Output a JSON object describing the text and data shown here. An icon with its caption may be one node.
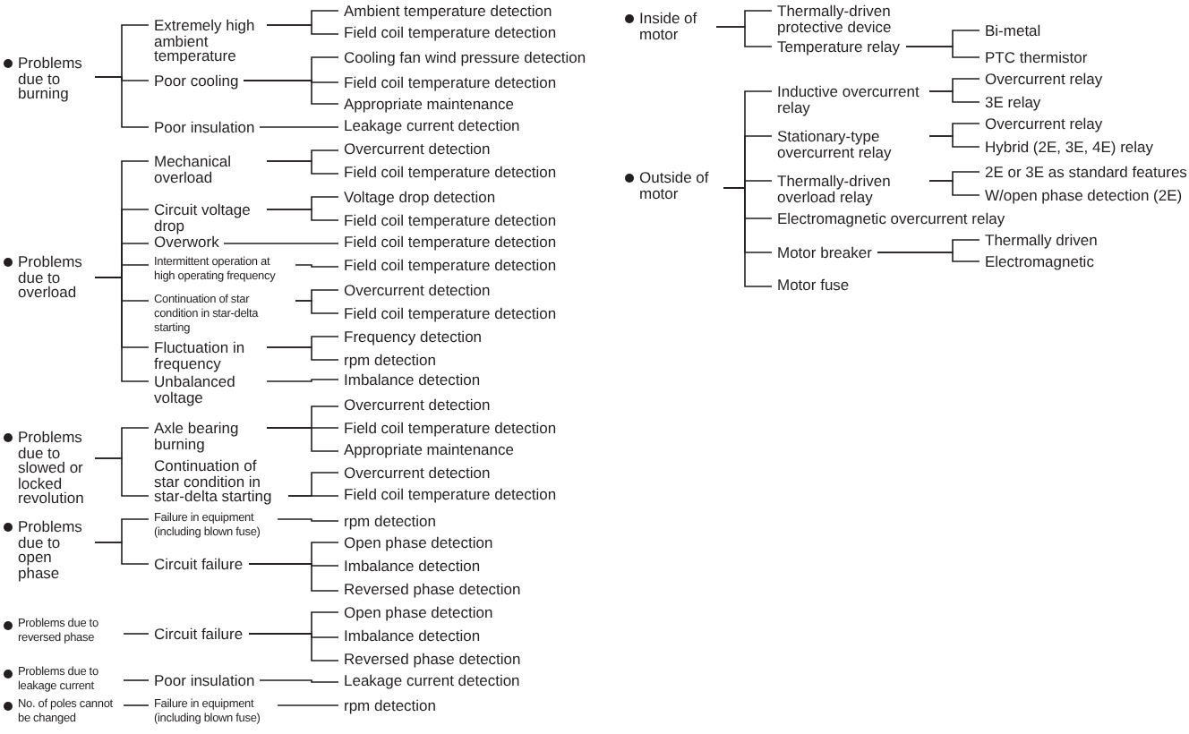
{
  "diagram": {
    "nodes": [
      {
        "text": [
          "Problems due to burning"
        ]
      },
      {
        "text": [
          "Extremely high ambient temperature"
        ]
      },
      {
        "text": [
          "Ambient temperature detection"
        ]
      },
      {
        "text": [
          "Field coil temperature detection"
        ]
      },
      {
        "text": [
          "Poor cooling"
        ]
      },
      {
        "text": [
          "Cooling fan wind pressure detection"
        ]
      },
      {
        "text": [
          "Field coil temperature detection"
        ]
      },
      {
        "text": [
          "Appropriate maintenance"
        ]
      },
      {
        "text": [
          "Poor insulation"
        ]
      },
      {
        "text": [
          "Leakage current detection"
        ]
      },
      {
        "text": [
          "Problems due to overload"
        ]
      },
      {
        "text": [
          "Mechanical overload"
        ]
      },
      {
        "text": [
          "Overcurrent detection"
        ]
      },
      {
        "text": [
          "Field coil temperature detection"
        ]
      },
      {
        "text": [
          "Circuit voltage drop"
        ]
      },
      {
        "text": [
          "Voltage drop detection"
        ]
      },
      {
        "text": [
          "Field coil temperature detection"
        ]
      },
      {
        "text": [
          "Overwork"
        ]
      },
      {
        "text": [
          "Field coil temperature detection"
        ]
      },
      {
        "text": [
          "Intermittent operation at high operating frequency"
        ]
      },
      {
        "text": [
          "Field coil temperature detection"
        ]
      },
      {
        "text": [
          "Continuation of star condition in star-delta starting"
        ]
      },
      {
        "text": [
          "Overcurrent detection"
        ]
      },
      {
        "text": [
          "Field coil temperature detection"
        ]
      },
      {
        "text": [
          "Fluctuation in frequency"
        ]
      },
      {
        "text": [
          "Frequency detection"
        ]
      },
      {
        "text": [
          "rpm detection"
        ]
      },
      {
        "text": [
          "Unbalanced voltage"
        ]
      },
      {
        "text": [
          "Imbalance detection"
        ]
      },
      {
        "text": [
          "Problems due to slowed or locked revolution"
        ]
      },
      {
        "text": [
          "Axle bearing burning"
        ]
      },
      {
        "text": [
          "Overcurrent detection"
        ]
      },
      {
        "text": [
          "Field coil temperature detection"
        ]
      },
      {
        "text": [
          "Appropriate maintenance"
        ]
      },
      {
        "text": [
          "Continuation of star condition in star-delta starting"
        ]
      },
      {
        "text": [
          "Overcurrent detection"
        ]
      },
      {
        "text": [
          "Field coil temperature detection"
        ]
      },
      {
        "text": [
          "Problems due to open phase"
        ]
      },
      {
        "text": [
          "Failure in equipment (including blown fuse)"
        ]
      },
      {
        "text": [
          "rpm detection"
        ]
      },
      {
        "text": [
          "Circuit failure"
        ]
      },
      {
        "text": [
          "Open phase detection"
        ]
      },
      {
        "text": [
          "Imbalance detection"
        ]
      },
      {
        "text": [
          "Reversed phase detection"
        ]
      },
      {
        "text": [
          "Problems due to reversed phase"
        ]
      },
      {
        "text": [
          "Circuit failure"
        ]
      },
      {
        "text": [
          "Open phase detection"
        ]
      },
      {
        "text": [
          "Imbalance detection"
        ]
      },
      {
        "text": [
          "Reversed phase detection"
        ]
      },
      {
        "text": [
          "Problems due to leakage current"
        ]
      },
      {
        "text": [
          "Poor insulation"
        ]
      },
      {
        "text": [
          "Leakage current detection"
        ]
      },
      {
        "text": [
          "No. of poles cannot be changed"
        ]
      },
      {
        "text": [
          "Failure in equipment (including blown fuse)"
        ]
      },
      {
        "text": [
          "rpm detection"
        ]
      },
      {
        "text": [
          "Inside of motor"
        ]
      },
      {
        "text": [
          "Thermally-driven protective device"
        ]
      },
      {
        "text": [
          "Temperature relay"
        ]
      },
      {
        "text": [
          "Bi-metal"
        ]
      },
      {
        "text": [
          "PTC thermistor"
        ]
      },
      {
        "text": [
          "Outside of motor"
        ]
      },
      {
        "text": [
          "Inductive overcurrent relay"
        ]
      },
      {
        "text": [
          "Overcurrent relay"
        ]
      },
      {
        "text": [
          "3E relay"
        ]
      },
      {
        "text": [
          "Stationary-type overcurrent relay"
        ]
      },
      {
        "text": [
          "Overcurrent relay"
        ]
      },
      {
        "text": [
          "Hybrid (2E, 3E, 4E) relay"
        ]
      },
      {
        "text": [
          "Thermally-driven overload relay"
        ]
      },
      {
        "text": [
          "2E or 3E as standard features"
        ]
      },
      {
        "text": [
          "W/open phase detection (2E)"
        ]
      },
      {
        "text": [
          "Electromagnetic overcurrent relay"
        ]
      },
      {
        "text": [
          "Motor breaker"
        ]
      },
      {
        "text": [
          "Thermally driven"
        ]
      },
      {
        "text": [
          "Electromagnetic"
        ]
      },
      {
        "text": [
          "Motor fuse"
        ]
      }
    ],
    "edges": [
      {
        "from": 0,
        "to": 1,
        "arrow": "none"
      },
      {
        "from": 0,
        "to": 4,
        "arrow": "none"
      },
      {
        "from": 0,
        "to": 8,
        "arrow": "none"
      },
      {
        "from": 1,
        "to": 2,
        "arrow": "none"
      },
      {
        "from": 1,
        "to": 3,
        "arrow": "none"
      },
      {
        "from": 4,
        "to": 5,
        "arrow": "none"
      },
      {
        "from": 4,
        "to": 6,
        "arrow": "none"
      },
      {
        "from": 4,
        "to": 7,
        "arrow": "none"
      },
      {
        "from": 8,
        "to": 9,
        "arrow": "none"
      },
      {
        "from": 10,
        "to": 11,
        "arrow": "none"
      },
      {
        "from": 10,
        "to": 14,
        "arrow": "none"
      },
      {
        "from": 10,
        "to": 17,
        "arrow": "none"
      },
      {
        "from": 10,
        "to": 19,
        "arrow": "none"
      },
      {
        "from": 10,
        "to": 21,
        "arrow": "none"
      },
      {
        "from": 10,
        "to": 24,
        "arrow": "none"
      },
      {
        "from": 10,
        "to": 27,
        "arrow": "none"
      },
      {
        "from": 11,
        "to": 12,
        "arrow": "none"
      },
      {
        "from": 11,
        "to": 13,
        "arrow": "none"
      },
      {
        "from": 14,
        "to": 15,
        "arrow": "none"
      },
      {
        "from": 14,
        "to": 16,
        "arrow": "none"
      },
      {
        "from": 17,
        "to": 18,
        "arrow": "none"
      },
      {
        "from": 19,
        "to": 20,
        "arrow": "none"
      },
      {
        "from": 21,
        "to": 22,
        "arrow": "none"
      },
      {
        "from": 21,
        "to": 23,
        "arrow": "none"
      },
      {
        "from": 24,
        "to": 25,
        "arrow": "none"
      },
      {
        "from": 24,
        "to": 26,
        "arrow": "none"
      },
      {
        "from": 27,
        "to": 28,
        "arrow": "none"
      },
      {
        "from": 29,
        "to": 30,
        "arrow": "none"
      },
      {
        "from": 29,
        "to": 34,
        "arrow": "none"
      },
      {
        "from": 30,
        "to": 31,
        "arrow": "none"
      },
      {
        "from": 30,
        "to": 32,
        "arrow": "none"
      },
      {
        "from": 30,
        "to": 33,
        "arrow": "none"
      },
      {
        "from": 34,
        "to": 35,
        "arrow": "none"
      },
      {
        "from": 34,
        "to": 36,
        "arrow": "none"
      },
      {
        "from": 37,
        "to": 38,
        "arrow": "none"
      },
      {
        "from": 37,
        "to": 40,
        "arrow": "none"
      },
      {
        "from": 38,
        "to": 39,
        "arrow": "none"
      },
      {
        "from": 40,
        "to": 41,
        "arrow": "none"
      },
      {
        "from": 40,
        "to": 42,
        "arrow": "none"
      },
      {
        "from": 40,
        "to": 43,
        "arrow": "none"
      },
      {
        "from": 44,
        "to": 45,
        "arrow": "none"
      },
      {
        "from": 45,
        "to": 46,
        "arrow": "none"
      },
      {
        "from": 45,
        "to": 47,
        "arrow": "none"
      },
      {
        "from": 45,
        "to": 48,
        "arrow": "none"
      },
      {
        "from": 49,
        "to": 50,
        "arrow": "none"
      },
      {
        "from": 50,
        "to": 51,
        "arrow": "none"
      },
      {
        "from": 52,
        "to": 53,
        "arrow": "none"
      },
      {
        "from": 53,
        "to": 54,
        "arrow": "none"
      },
      {
        "from": 55,
        "to": 56,
        "arrow": "none"
      },
      {
        "from": 55,
        "to": 57,
        "arrow": "none"
      },
      {
        "from": 57,
        "to": 58,
        "arrow": "none"
      },
      {
        "from": 57,
        "to": 59,
        "arrow": "none"
      },
      {
        "from": 60,
        "to": 61,
        "arrow": "none"
      },
      {
        "from": 60,
        "to": 64,
        "arrow": "none"
      },
      {
        "from": 60,
        "to": 67,
        "arrow": "none"
      },
      {
        "from": 60,
        "to": 70,
        "arrow": "none"
      },
      {
        "from": 60,
        "to": 71,
        "arrow": "none"
      },
      {
        "from": 60,
        "to": 74,
        "arrow": "none"
      },
      {
        "from": 61,
        "to": 62,
        "arrow": "none"
      },
      {
        "from": 61,
        "to": 63,
        "arrow": "none"
      },
      {
        "from": 64,
        "to": 65,
        "arrow": "none"
      },
      {
        "from": 64,
        "to": 66,
        "arrow": "none"
      },
      {
        "from": 67,
        "to": 68,
        "arrow": "none"
      },
      {
        "from": 67,
        "to": 69,
        "arrow": "none"
      },
      {
        "from": 71,
        "to": 72,
        "arrow": "none"
      },
      {
        "from": 71,
        "to": 73,
        "arrow": "none"
      }
    ]
  }
}
